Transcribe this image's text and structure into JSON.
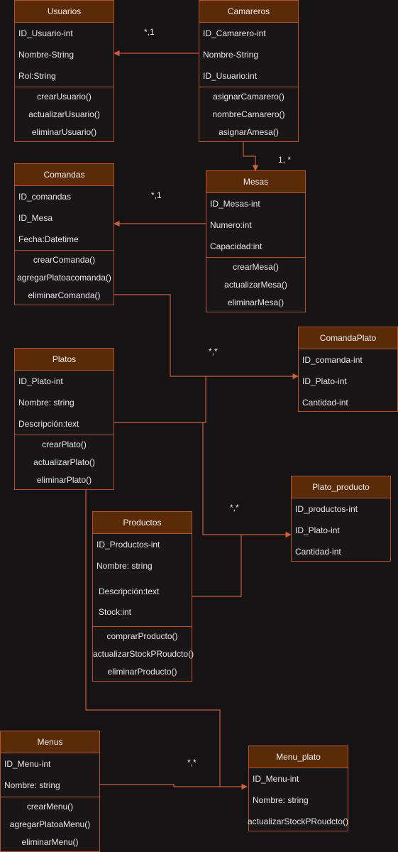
{
  "classes": {
    "usuarios": {
      "name": "Usuarios",
      "attributes": [
        "ID_Usuario-int",
        "Nombre-String",
        "Rol:String"
      ],
      "methods": [
        "crearUsuario()",
        "actualizarUsuario()",
        "eliminarUsuario()"
      ]
    },
    "camareros": {
      "name": "Camareros",
      "attributes": [
        "ID_Camarero-int",
        "Nombre-String",
        "ID_Usuario:int"
      ],
      "methods": [
        "asignarCamarero()",
        "nombreCamarero()",
        "asignarAmesa()"
      ]
    },
    "comandas": {
      "name": "Comandas",
      "attributes": [
        "ID_comandas",
        "ID_Mesa",
        "Fecha:Datetime"
      ],
      "methods": [
        "crearComanda()",
        "agregarPlatoacomanda()",
        "eliminarComanda()"
      ]
    },
    "mesas": {
      "name": "Mesas",
      "attributes": [
        "ID_Mesas-int",
        "Numero:int",
        "Capacidad:int"
      ],
      "methods": [
        "crearMesa()",
        "actualizarMesa()",
        "eliminarMesa()"
      ]
    },
    "comandaplato": {
      "name": "ComandaPlato",
      "attributes": [
        "ID_comanda-int",
        "ID_Plato-int",
        "Cantidad-int"
      ],
      "methods": []
    },
    "platos": {
      "name": "Platos",
      "attributes": [
        "ID_Plato-int",
        "Nombre: string",
        "Descripción:text"
      ],
      "methods": [
        "crearPlato()",
        "actualizarPlato()",
        "eliminarPlato()"
      ]
    },
    "plato_producto": {
      "name": "Plato_producto",
      "attributes": [
        "ID_productos-int",
        "ID_Plato-int",
        "Cantidad-int"
      ],
      "methods": []
    },
    "productos": {
      "name": "Productos",
      "attributes": [
        "ID_Productos-int",
        "Nombre: string",
        "Descripción:text",
        "Stock:int"
      ],
      "methods": [
        "comprarProducto()",
        "actualizarStockPRoudcto()",
        "eliminarProducto()"
      ]
    },
    "menus": {
      "name": "Menus",
      "attributes": [
        "ID_Menu-int",
        "Nombre: string"
      ],
      "methods": [
        "crearMenu()",
        "agregarPlatoaMenu()",
        "eliminarMenu()"
      ]
    },
    "menu_plato": {
      "name": "Menu_plato",
      "attributes": [
        "ID_Menu-int",
        "Nombre: string",
        "actualizarStockPRoudcto()"
      ],
      "methods": []
    }
  },
  "multiplicities": {
    "camareros_usuarios": "*,1",
    "camareros_mesas": "1, *",
    "mesas_comandas": "*,1",
    "comandas_platos_comandaplato": "*,*",
    "platos_productos_plato_producto": "*,*",
    "menus_platos_menu_plato": "*,*"
  },
  "colors": {
    "background": "#151314",
    "header_fill": "#5b2b08",
    "border": "#b5522f",
    "edge": "#cf5e3c",
    "text": "#e6e6e6"
  }
}
